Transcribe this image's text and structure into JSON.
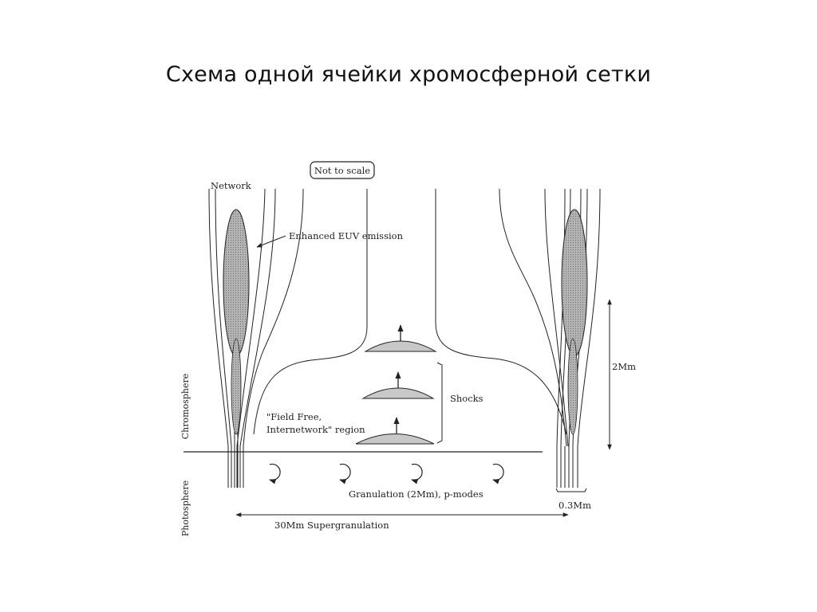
{
  "slide": {
    "title": "Схема одной ячейки хромосферной сетки"
  },
  "diagram": {
    "note_box": "Not to scale",
    "labels": {
      "network": "Network",
      "euv": "Enhanced EUV emission",
      "field_free_line1": "\"Field Free,",
      "field_free_line2": "Internetwork\" region",
      "shocks": "Shocks",
      "chromosphere": "Chromosphere",
      "photosphere": "Photosphere",
      "granulation": "Granulation (2Mm), p-modes",
      "supergranulation": "30Mm Supergranulation",
      "height": "2Mm",
      "width": "0.3Mm"
    },
    "colors": {
      "ink": "#222222",
      "shock_fill": "#c8c8c8",
      "emission_fill": "#a8a8a8"
    }
  }
}
